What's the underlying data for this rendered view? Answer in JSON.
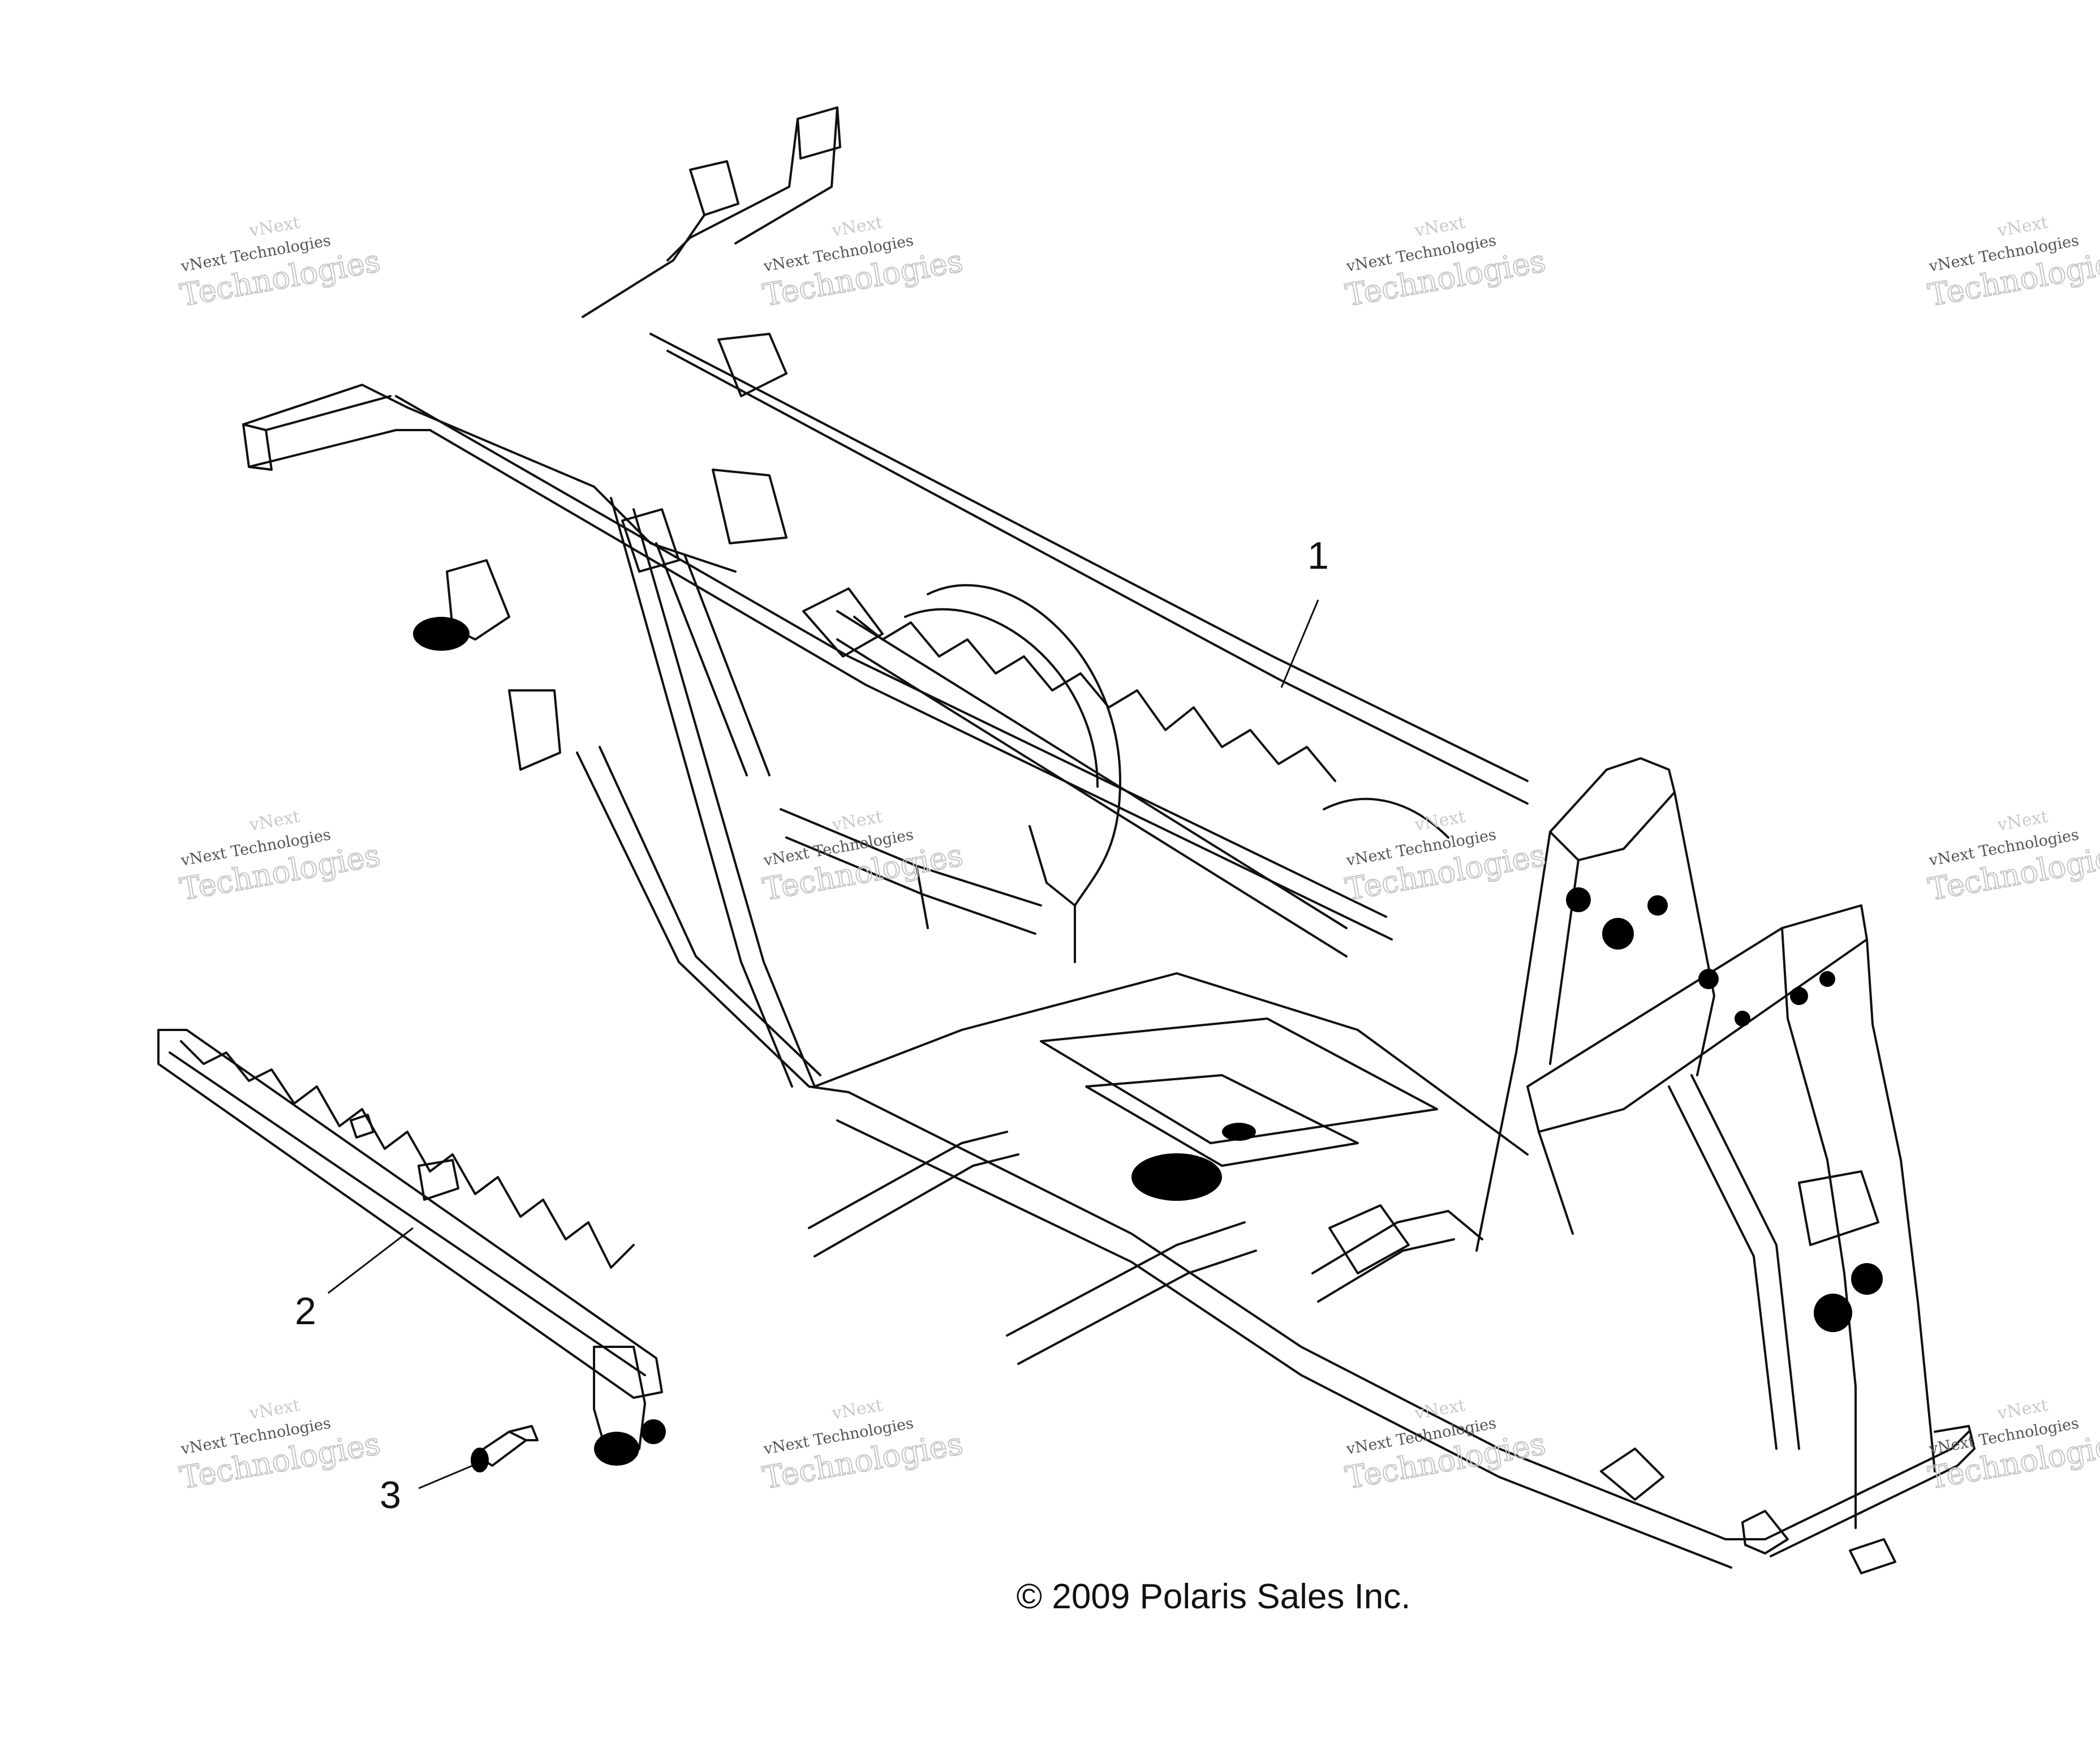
{
  "callouts": [
    {
      "label": "1",
      "part": "main-frame"
    },
    {
      "label": "2",
      "part": "side-rail"
    },
    {
      "label": "3",
      "part": "bolt"
    }
  ],
  "copyright": "© 2009 Polaris Sales Inc.",
  "watermark": {
    "line1": "vNext",
    "line2": "vNext Technologies",
    "line3": "Technologies"
  },
  "colors": {
    "line": "#111111",
    "watermark": "#c4c4c4",
    "background": "#ffffff"
  }
}
